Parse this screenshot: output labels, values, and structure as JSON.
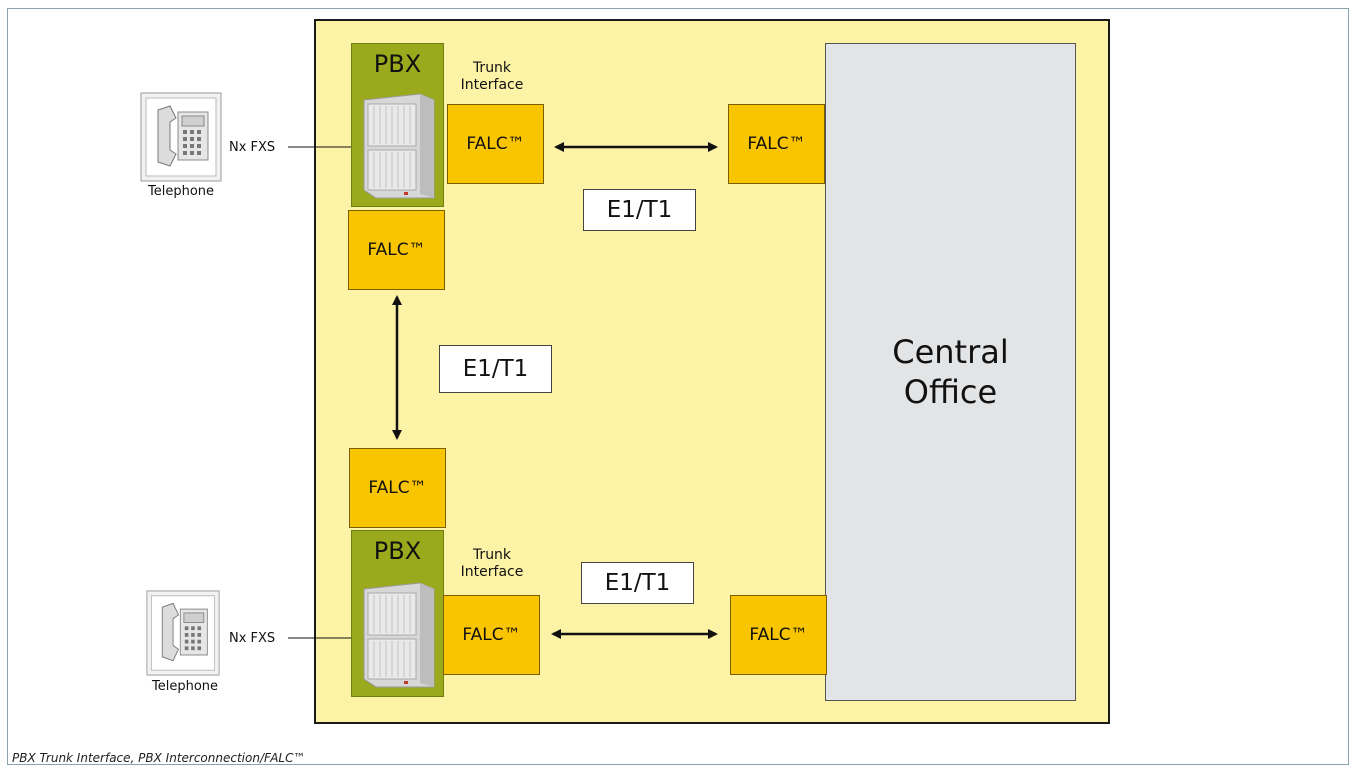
{
  "diagram": {
    "pbx_label": "PBX",
    "trunk_interface_line1": "Trunk",
    "trunk_interface_line2": "Interface",
    "falc_label": "FALC™",
    "e1t1_label": "E1/T1",
    "nx_fxs_label": "Nx FXS",
    "telephone_label": "Telephone",
    "central_office_line1": "Central",
    "central_office_line2": "Office"
  },
  "caption": "PBX Trunk Interface, PBX Interconnection/FALC™",
  "colors": {
    "background_area": "#fdf3a6",
    "pbx_green": "#9aaa1c",
    "falc_orange": "#f9c500",
    "central_office_gray": "#e2e4e6"
  }
}
